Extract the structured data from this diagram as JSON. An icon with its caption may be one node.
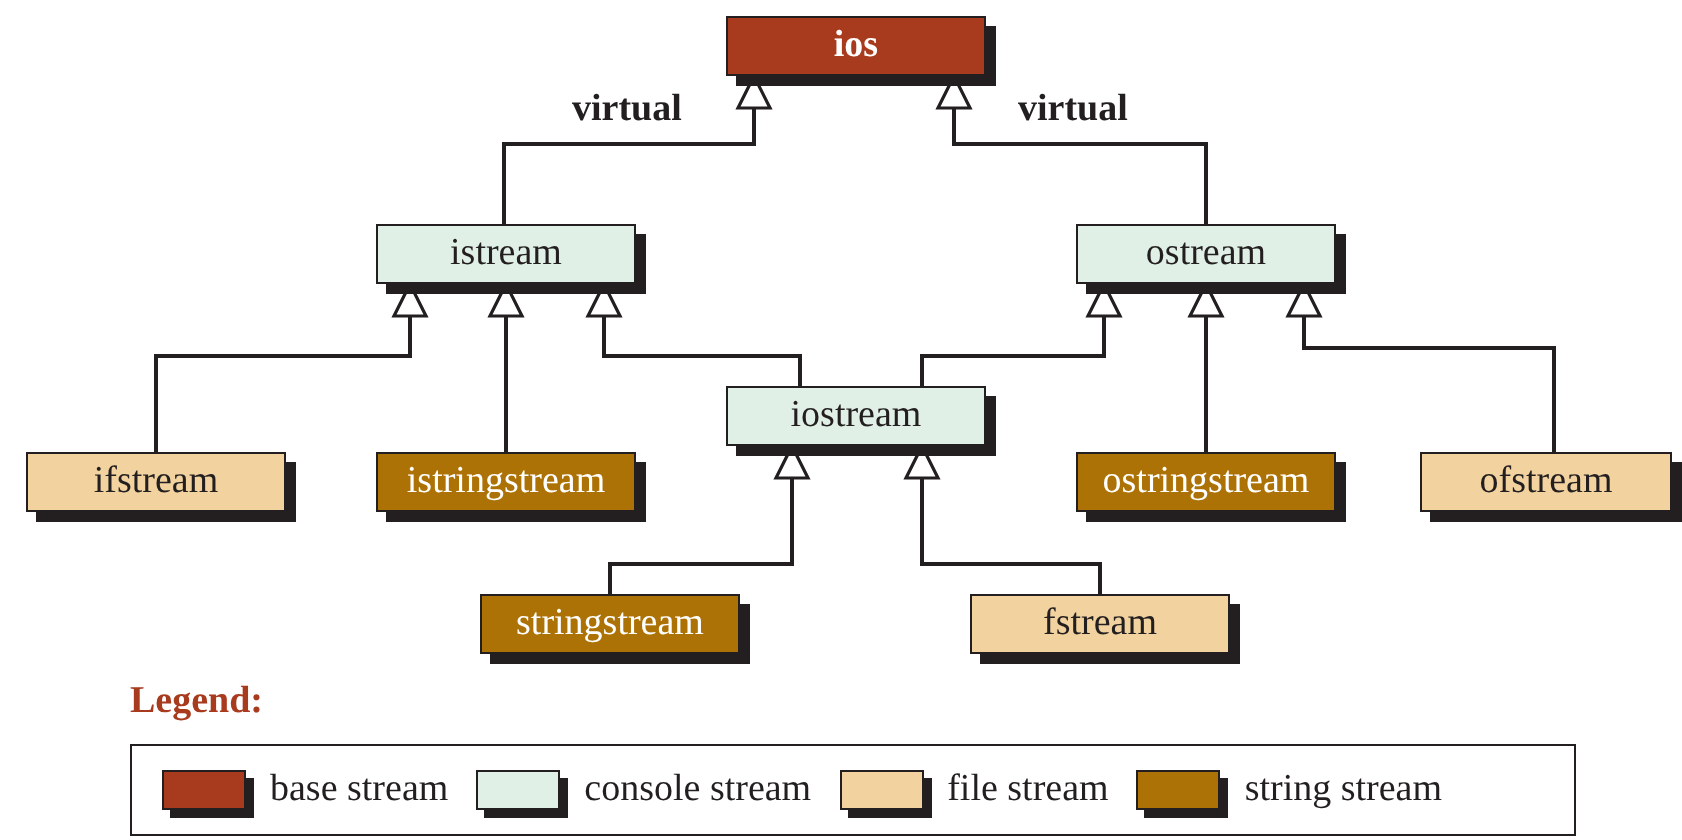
{
  "diagram": {
    "nodes": [
      {
        "text": [
          "ios"
        ]
      },
      {
        "text": [
          "istream"
        ]
      },
      {
        "text": [
          "ostream"
        ]
      },
      {
        "text": [
          "ifstream"
        ]
      },
      {
        "text": [
          "istringstream"
        ]
      },
      {
        "text": [
          "iostream"
        ]
      },
      {
        "text": [
          "ostringstream"
        ]
      },
      {
        "text": [
          "ofstream"
        ]
      },
      {
        "text": [
          "stringstream"
        ]
      },
      {
        "text": [
          "fstream"
        ]
      }
    ],
    "edges": [
      {
        "from": 1,
        "to": 0,
        "arrow": "to",
        "label": "virtual"
      },
      {
        "from": 2,
        "to": 0,
        "arrow": "to",
        "label": "virtual"
      },
      {
        "from": 3,
        "to": 1,
        "arrow": "to"
      },
      {
        "from": 4,
        "to": 1,
        "arrow": "to"
      },
      {
        "from": 5,
        "to": 1,
        "arrow": "to"
      },
      {
        "from": 5,
        "to": 2,
        "arrow": "to"
      },
      {
        "from": 6,
        "to": 2,
        "arrow": "to"
      },
      {
        "from": 7,
        "to": 2,
        "arrow": "to"
      },
      {
        "from": 8,
        "to": 5,
        "arrow": "to"
      },
      {
        "from": 9,
        "to": 5,
        "arrow": "to"
      }
    ],
    "labels": [
      "Legend:"
    ],
    "legend": [
      {
        "text": "base stream",
        "color": "#a83a1e"
      },
      {
        "text": "console stream",
        "color": "#e1f0e6"
      },
      {
        "text": "file stream",
        "color": "#f2d39f"
      },
      {
        "text": "string stream",
        "color": "#ad7205"
      }
    ]
  }
}
